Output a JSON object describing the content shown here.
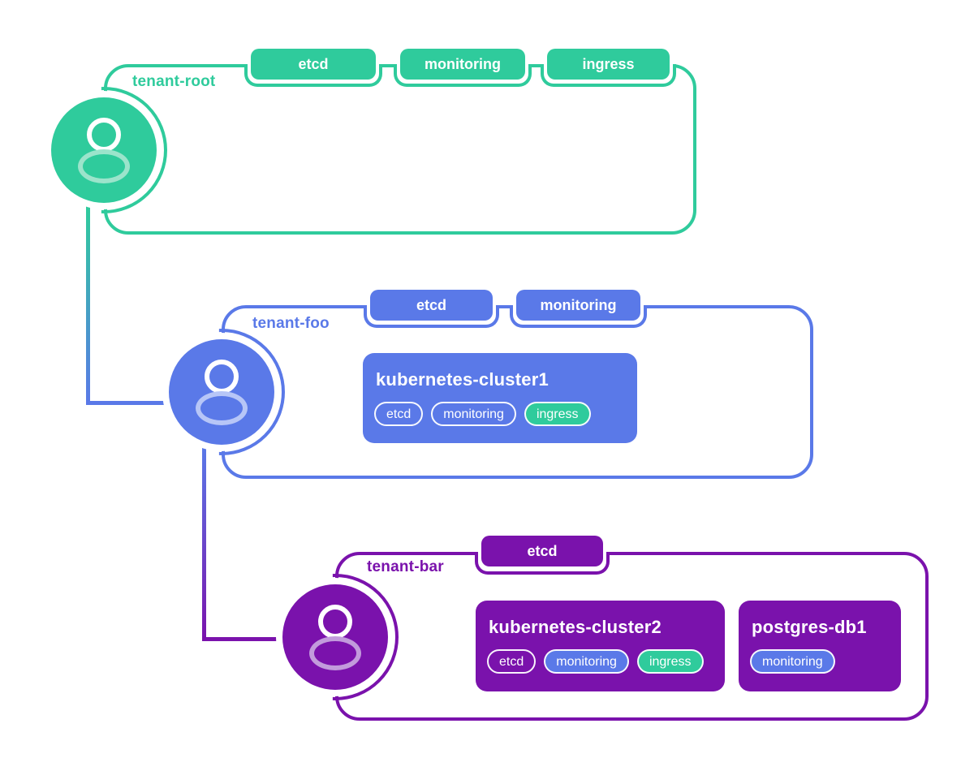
{
  "colors": {
    "green": "#2FCB9C",
    "blue": "#5A79E8",
    "purple": "#7A12AC",
    "green_light": "#9BE4CB",
    "blue_light": "#B7C6F7",
    "purple_light": "#C29BDC"
  },
  "icons": {
    "avatar": "user-icon"
  },
  "tenants": [
    {
      "name": "tenant-root",
      "color": "#2FCB9C",
      "tags": [
        "etcd",
        "monitoring",
        "ingress"
      ],
      "workloads": []
    },
    {
      "name": "tenant-foo",
      "color": "#5A79E8",
      "tags": [
        "etcd",
        "monitoring"
      ],
      "workloads": [
        {
          "title": "kubernetes-cluster1",
          "badges": [
            {
              "label": "etcd",
              "style": "outline"
            },
            {
              "label": "monitoring",
              "style": "outline"
            },
            {
              "label": "ingress",
              "style": "green"
            }
          ]
        }
      ]
    },
    {
      "name": "tenant-bar",
      "color": "#7A12AC",
      "tags": [
        "etcd"
      ],
      "workloads": [
        {
          "title": "kubernetes-cluster2",
          "badges": [
            {
              "label": "etcd",
              "style": "outline"
            },
            {
              "label": "monitoring",
              "style": "blue"
            },
            {
              "label": "ingress",
              "style": "green"
            }
          ]
        },
        {
          "title": "postgres-db1",
          "badges": [
            {
              "label": "monitoring",
              "style": "blue"
            }
          ]
        }
      ]
    }
  ]
}
